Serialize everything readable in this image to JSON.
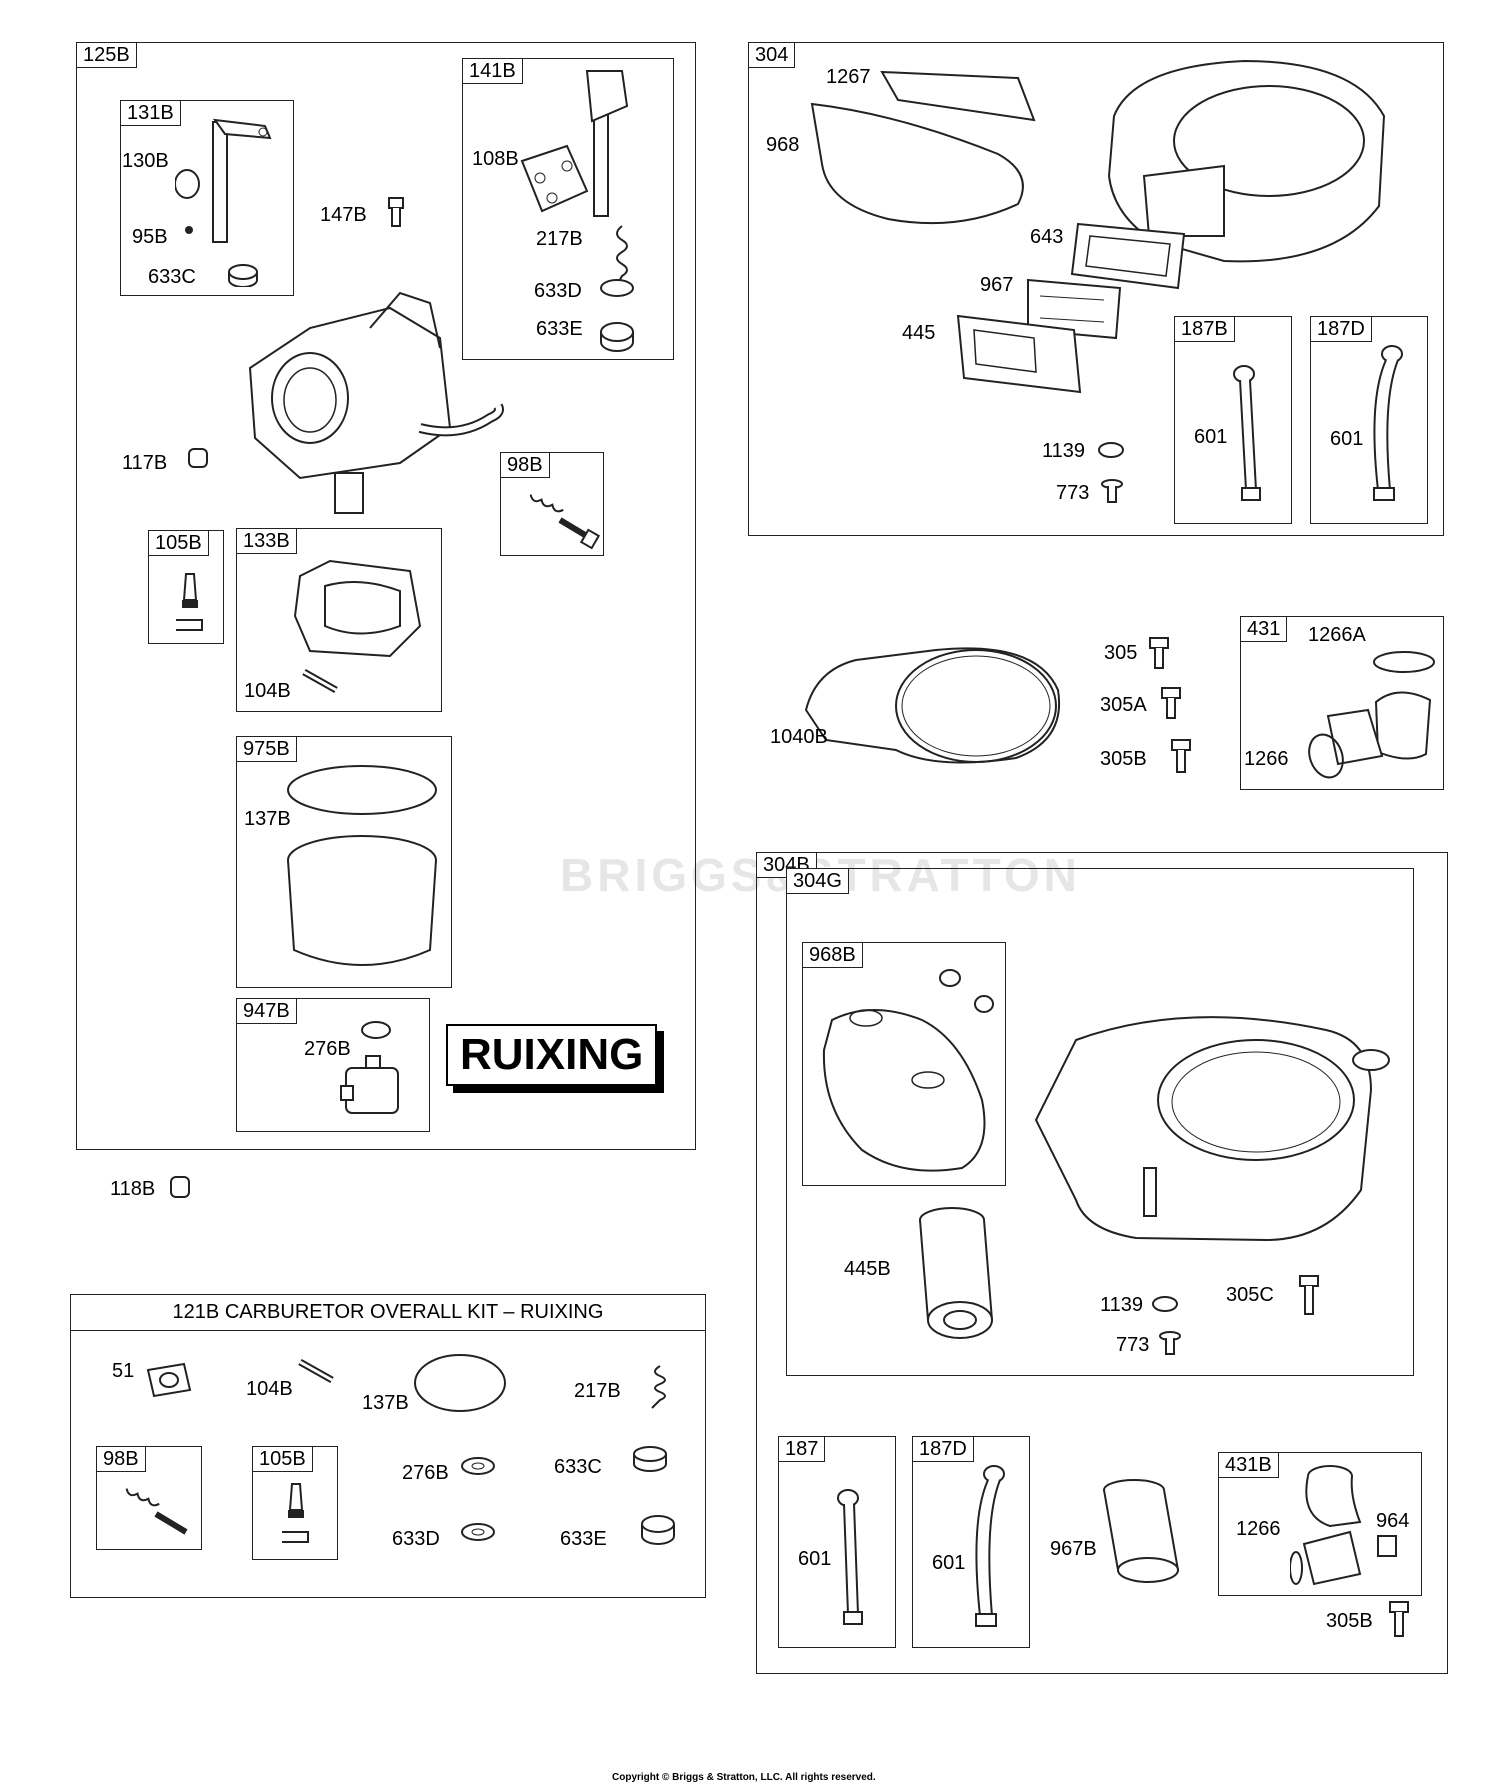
{
  "boxes": {
    "b125b": "125B",
    "b131b": "131B",
    "b141b": "141B",
    "b98b": "98B",
    "b105b": "105B",
    "b133b": "133B",
    "b975b": "975B",
    "b947b": "947B",
    "b304": "304",
    "b187b": "187B",
    "b187d": "187D",
    "b431": "431",
    "b304b": "304B",
    "b304g": "304G",
    "b968b": "968B",
    "b187": "187",
    "b187d2": "187D",
    "b431b": "431B",
    "k98b": "98B",
    "k105b": "105B"
  },
  "labels": {
    "l130b": "130B",
    "l95b": "95B",
    "l633c": "633C",
    "l147b": "147B",
    "l108b": "108B",
    "l217b": "217B",
    "l633d": "633D",
    "l633e": "633E",
    "l117b": "117B",
    "l104b": "104B",
    "l137b": "137B",
    "l276b": "276B",
    "l118b": "118B",
    "l1267": "1267",
    "l968": "968",
    "l643": "643",
    "l967": "967",
    "l445": "445",
    "l601a": "601",
    "l601b": "601",
    "l1139": "1139",
    "l773": "773",
    "l305": "305",
    "l305a": "305A",
    "l305b": "305B",
    "l1040b": "1040B",
    "l1266a": "1266A",
    "l1266": "1266",
    "l445b": "445B",
    "l1139b": "1139",
    "l773b": "773",
    "l305c": "305C",
    "l601c": "601",
    "l601d": "601",
    "l967b": "967B",
    "l1266b": "1266",
    "l964": "964",
    "l305b2": "305B",
    "k51": "51",
    "k104b": "104B",
    "k137b": "137B",
    "k217b": "217B",
    "k276b": "276B",
    "k633c": "633C",
    "k633d": "633D",
    "k633e": "633E"
  },
  "kit_title": "121B CARBURETOR OVERALL KIT – RUIXING",
  "brand": "RUIXING",
  "watermark": "BRIGGS&STRATTON",
  "copyright": "Copyright © Briggs & Stratton, LLC. All rights reserved."
}
